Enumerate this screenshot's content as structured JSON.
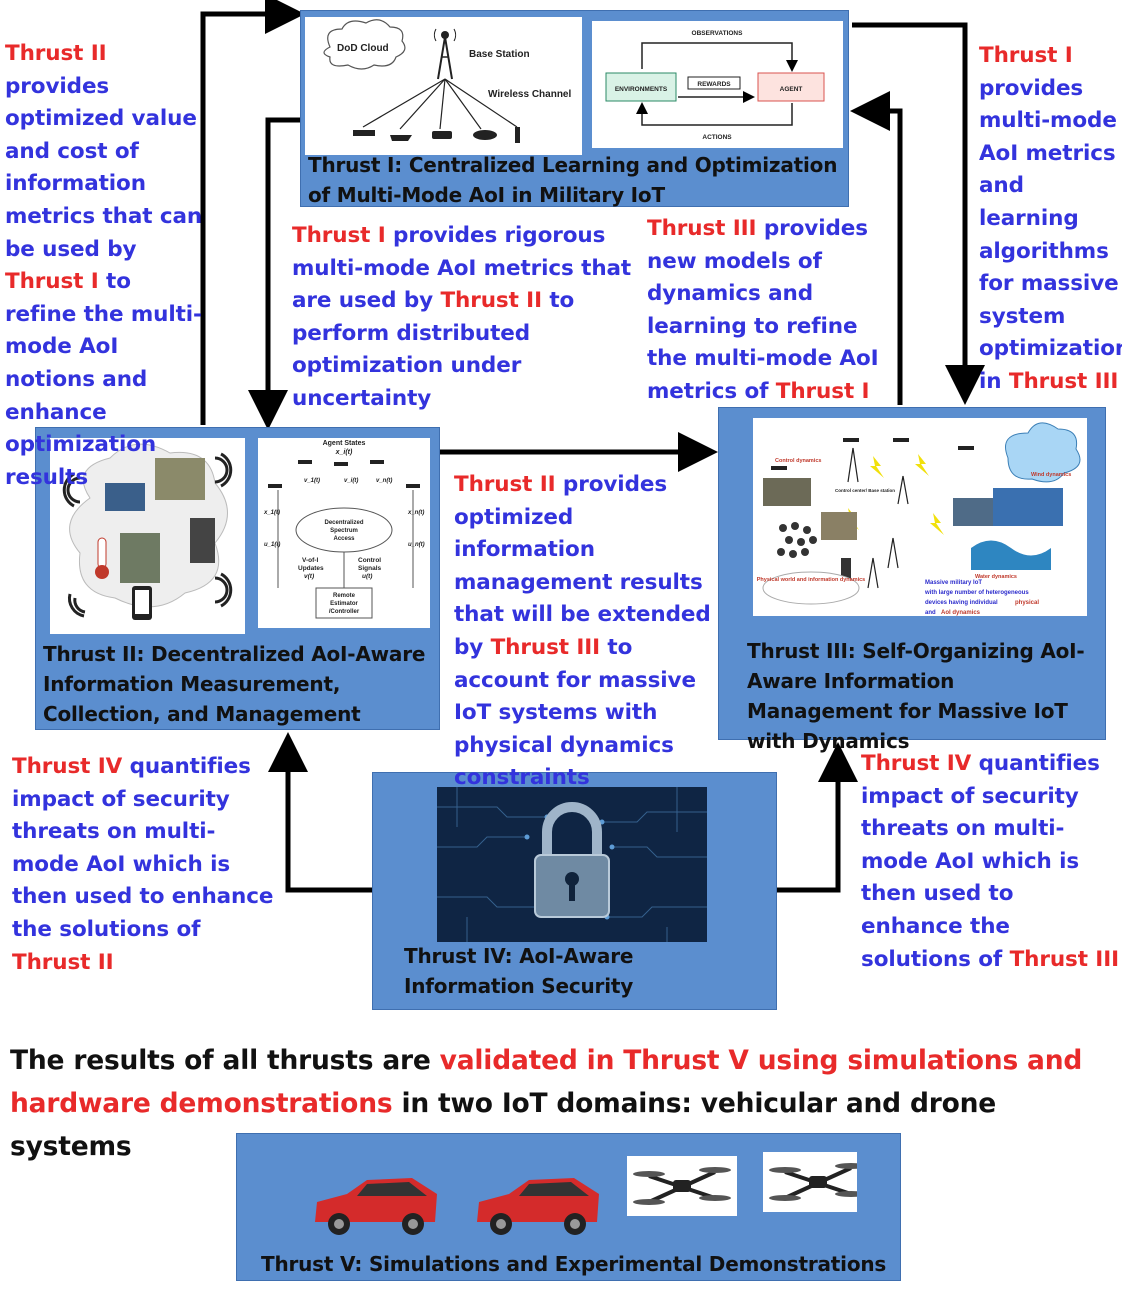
{
  "thrust1": {
    "caption": "Thrust I: Centralized Learning and Optimization of Multi-Mode AoI in Military IoT",
    "labels": {
      "dod_cloud": "DoD Cloud",
      "base_station": "Base Station",
      "wireless_channel": "Wireless Channel",
      "observations": "OBSERVATIONS",
      "environments": "ENVIRONMENTS",
      "rewards": "REWARDS",
      "agent": "AGENT",
      "actions": "ACTIONS"
    }
  },
  "thrust2": {
    "caption": "Thrust II: Decentralized AoI-Aware Information Measurement, Collection, and Management",
    "labels": {
      "agent_states": "Agent States",
      "x_i": "x_i(t)",
      "v_1": "v_1(t)",
      "v_i": "v_i(t)",
      "v_n": "v_n(t)",
      "x_1": "x_1(t)",
      "x_n": "x_n(t)",
      "u_1": "u_1(t)",
      "u_n": "u_n(t)",
      "dsa_line1": "Decentralized",
      "dsa_line2": "Spectrum",
      "dsa_line3": "Access",
      "voi_line1": "V-of-I",
      "voi_line2": "Updates",
      "voi_sym": "v(t)",
      "ctrl_line1": "Control",
      "ctrl_line2": "Signals",
      "ctrl_sym": "u(t)",
      "remote_line1": "Remote",
      "remote_line2": "Estimator",
      "remote_line3": "/Controller"
    }
  },
  "thrust3": {
    "caption": "Thrust III: Self-Organizing AoI-Aware Information Management for Massive IoT with Dynamics",
    "labels": {
      "control_dynamics": "Control dynamics",
      "wind_dynamics": "Wind dynamics",
      "water_dynamics": "Water dynamics",
      "control_center": "Control center/ Base station",
      "physical_world": "Physical world and information dynamics",
      "massive_line1": "Massive military IoT",
      "massive_line2": "with large number of heterogeneous",
      "massive_line3": "devices having individual",
      "massive_red1": "physical",
      "massive_line4": "and",
      "massive_red2": "AoI dynamics"
    }
  },
  "thrust4": {
    "caption": "Thrust IV: AoI-Aware Information Security"
  },
  "thrust5": {
    "caption": "Thrust V: Simulations and Experimental Demonstrations"
  },
  "annotations": {
    "left_top": {
      "r1": "Thrust II",
      "b1": " provides optimized value and cost of information metrics that can be used by ",
      "r2": "Thrust I",
      "b2": " to refine the multi-mode AoI notions and enhance optimization results"
    },
    "mid_left": {
      "r1": "Thrust I",
      "b1": " provides rigorous multi-mode AoI metrics that are used by ",
      "r2": "Thrust II",
      "b2": " to perform distributed optimization under uncertainty"
    },
    "mid_right": {
      "r1": "Thrust III",
      "b1": " provides new models of dynamics and learning to refine the multi-mode AoI metrics of ",
      "r2": "Thrust I"
    },
    "right_top": {
      "r1": "Thrust I",
      "b1": " provides multi-mode AoI metrics and learning algorithms for massive system optimization in ",
      "r2": "Thrust III"
    },
    "center": {
      "r1": "Thrust II",
      "b1": " provides optimized information management results that will be extended by ",
      "r2": "Thrust III",
      "b2": " to account for massive IoT systems with physical dynamics constraints"
    },
    "left_bottom": {
      "r1": "Thrust IV",
      "b1": " quantifies impact of security threats on multi-mode AoI which is then used to enhance the solutions of ",
      "r2": "Thrust II"
    },
    "right_bottom": {
      "r1": "Thrust IV",
      "b1": " quantifies impact of security threats on multi-mode AoI which is then used to enhance the solutions of ",
      "r2": "Thrust III"
    }
  },
  "footer": {
    "black1": "The results of all thrusts are ",
    "red1": "validated in Thrust V using simulations and hardware demonstrations",
    "black2": " in two IoT domains: vehicular and drone systems"
  },
  "colors": {
    "box_fill": "#5b8ecf",
    "red_text": "#e82a2a",
    "blue_text": "#3333dd"
  }
}
